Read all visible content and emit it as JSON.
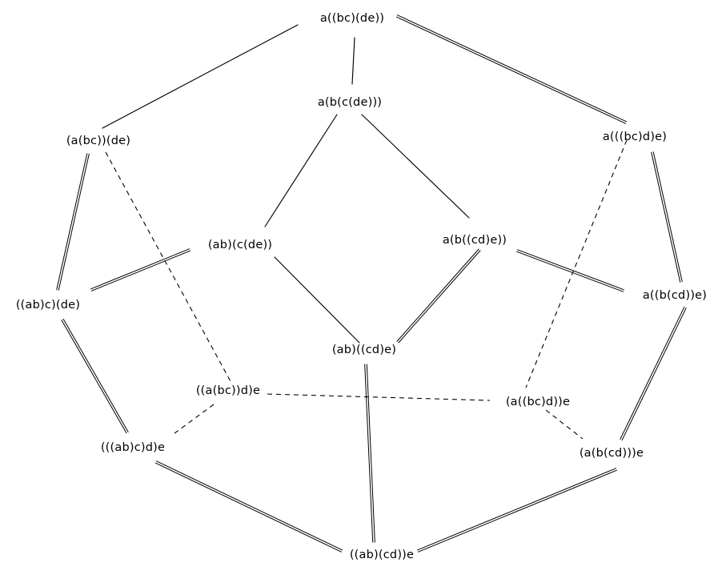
{
  "graph": {
    "nodes": [
      {
        "id": "n1",
        "label": "a((bc)(de))"
      },
      {
        "id": "n2",
        "label": "a(b(c(de)))"
      },
      {
        "id": "n3",
        "label": "(a(bc))(de)"
      },
      {
        "id": "n4",
        "label": "a(((bc)d)e)"
      },
      {
        "id": "n5",
        "label": "(ab)(c(de))"
      },
      {
        "id": "n6",
        "label": "a(b((cd)e))"
      },
      {
        "id": "n7",
        "label": "((ab)c)(de)"
      },
      {
        "id": "n8",
        "label": "a((b(cd))e)"
      },
      {
        "id": "n9",
        "label": "(ab)((cd)e)"
      },
      {
        "id": "n10",
        "label": "((a(bc))d)e"
      },
      {
        "id": "n11",
        "label": "(a((bc)d))e"
      },
      {
        "id": "n12",
        "label": "(((ab)c)d)e"
      },
      {
        "id": "n13",
        "label": "(a(b(cd)))e"
      },
      {
        "id": "n14",
        "label": "((ab)(cd))e"
      }
    ],
    "edges": [
      {
        "from": "n1",
        "to": "n3",
        "style": "solid"
      },
      {
        "from": "n1",
        "to": "n2",
        "style": "solid"
      },
      {
        "from": "n1",
        "to": "n4",
        "style": "double"
      },
      {
        "from": "n2",
        "to": "n5",
        "style": "solid"
      },
      {
        "from": "n2",
        "to": "n6",
        "style": "solid"
      },
      {
        "from": "n3",
        "to": "n7",
        "style": "double"
      },
      {
        "from": "n3",
        "to": "n10",
        "style": "dashed"
      },
      {
        "from": "n4",
        "to": "n8",
        "style": "double"
      },
      {
        "from": "n4",
        "to": "n11",
        "style": "dashed"
      },
      {
        "from": "n5",
        "to": "n7",
        "style": "double"
      },
      {
        "from": "n5",
        "to": "n9",
        "style": "solid"
      },
      {
        "from": "n6",
        "to": "n9",
        "style": "double"
      },
      {
        "from": "n6",
        "to": "n8",
        "style": "double"
      },
      {
        "from": "n7",
        "to": "n12",
        "style": "double"
      },
      {
        "from": "n8",
        "to": "n13",
        "style": "double"
      },
      {
        "from": "n9",
        "to": "n14",
        "style": "double"
      },
      {
        "from": "n10",
        "to": "n12",
        "style": "dashed"
      },
      {
        "from": "n10",
        "to": "n11",
        "style": "dashed"
      },
      {
        "from": "n11",
        "to": "n13",
        "style": "dashed"
      },
      {
        "from": "n12",
        "to": "n14",
        "style": "double"
      },
      {
        "from": "n13",
        "to": "n14",
        "style": "double"
      }
    ]
  }
}
